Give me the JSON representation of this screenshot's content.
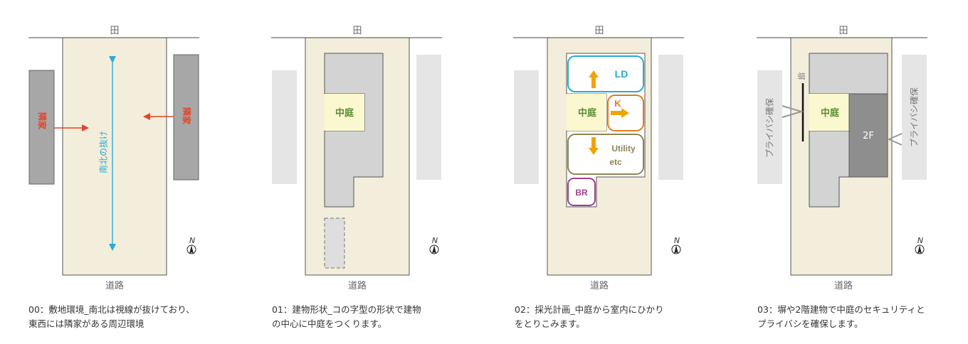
{
  "labels": {
    "field": "田",
    "road": "道路",
    "neighbor": "隣家",
    "north": "N",
    "ns_through": "南北の抜け",
    "courtyard": "中庭",
    "ld": "LD",
    "k": "K",
    "utility_1": "Utility",
    "utility_2": "etc",
    "br": "BR",
    "wall": "塀",
    "second_floor": "2F",
    "privacy": "プライバシ確保"
  },
  "captions": [
    {
      "line1": "00：敷地環境_南北は視線が抜けており、",
      "line2": "東西には隣家がある周辺環境"
    },
    {
      "line1": "01：建物形状_コの字型の形状で建物",
      "line2": "の中心に中庭をつくります。"
    },
    {
      "line1": "02：採光計画_中庭から室内にひかり",
      "line2": "をとりこみます。"
    },
    {
      "line1": "03：塀や2階建物で中庭のセキュリティと",
      "line2": "プライバシを確保します。"
    }
  ],
  "colors": {
    "site": "#f3eedb",
    "neighbor_dark": "#a7a7a7",
    "neighbor_light": "#e5e5e5",
    "building": "#d3d3d3",
    "building_2f": "#8e8e8e",
    "courtyard": "#fbf8cf",
    "red": "#e0472b",
    "cyan": "#2aa9d4",
    "orange": "#f0a400",
    "green": "#5b8c34",
    "purple": "#a0408e",
    "olive": "#8e8457",
    "k_orange": "#e07b1f"
  }
}
